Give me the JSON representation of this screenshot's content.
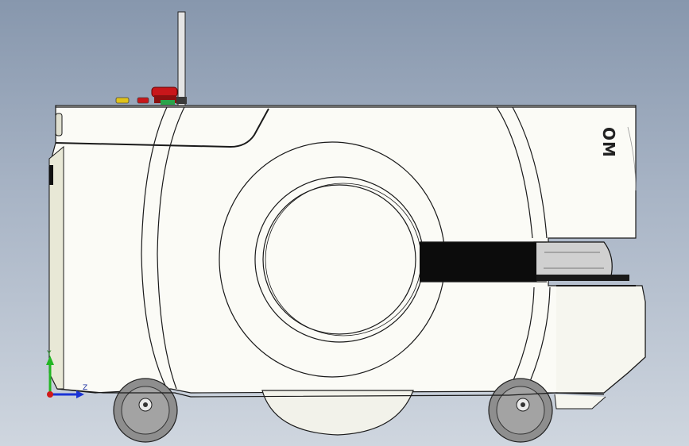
{
  "viewport": {
    "background_top": "#8797ad",
    "background_bottom": "#cfd6df"
  },
  "model": {
    "body_color": "#fbfbf6",
    "outline_color": "#1a1a1a",
    "wheel_color": "#8e8e8e",
    "bumper_color": "#111111",
    "estop_color": "#d41919",
    "indicator_yellow": "#e0c31a",
    "indicator_red": "#c8161a",
    "indicator_green": "#2aa34a",
    "brand_mark": "OM"
  },
  "triad": {
    "y_axis_label": "Y",
    "z_axis_label": "Z",
    "y_color": "#23b623",
    "z_color": "#1a33d6",
    "x_color": "#d01a1a",
    "icon": "coordinate-triad-icon"
  }
}
